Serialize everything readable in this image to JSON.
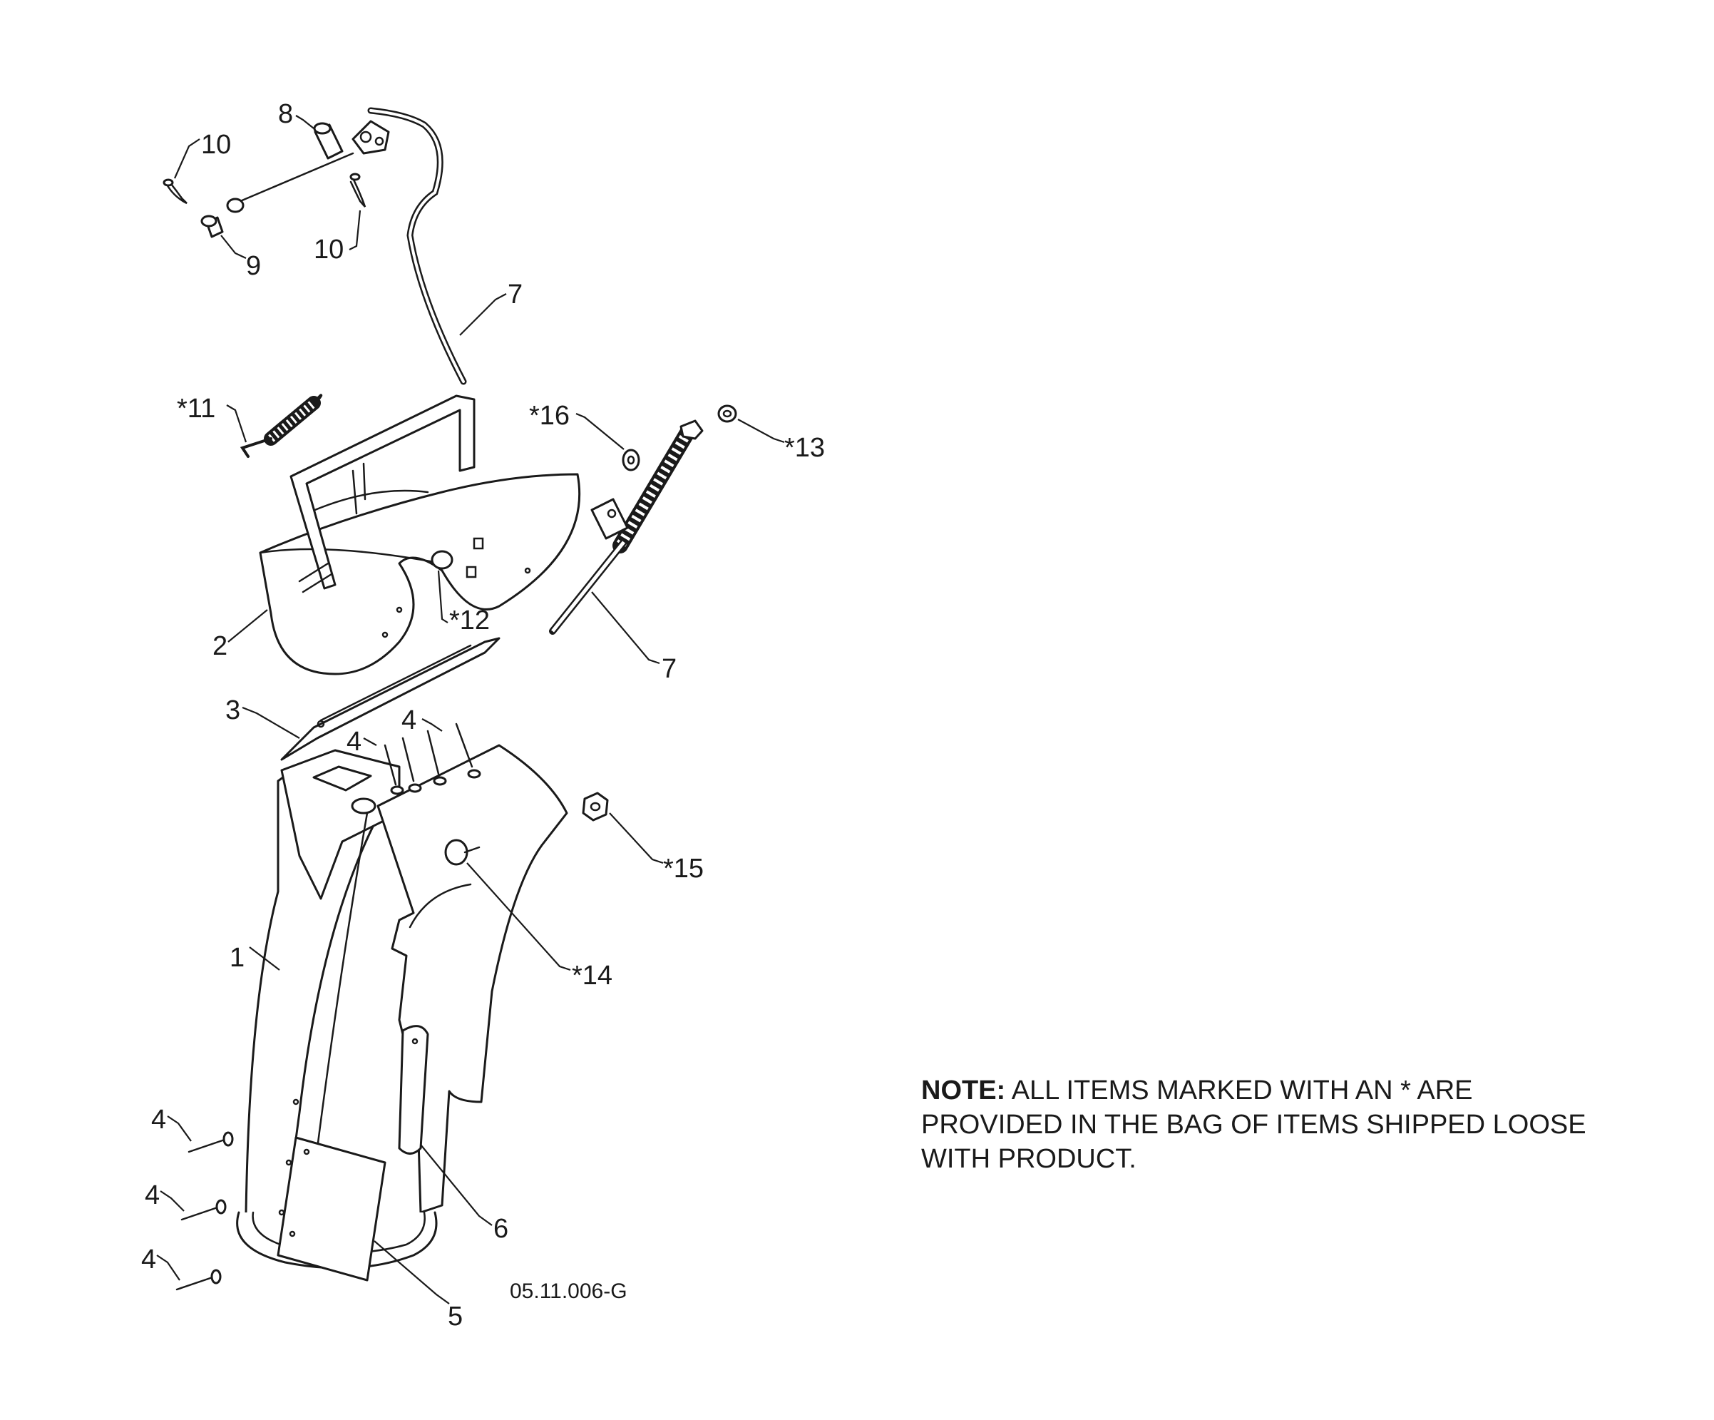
{
  "callouts": {
    "c1": "1",
    "c2": "2",
    "c3": "3",
    "c4a": "4",
    "c4b": "4",
    "c4c": "4",
    "c4d": "4",
    "c4e": "4",
    "c5": "5",
    "c6": "6",
    "c7a": "7",
    "c7b": "7",
    "c8": "8",
    "c9": "9",
    "c10a": "10",
    "c10b": "10",
    "c11": "*11",
    "c12": "*12",
    "c13": "*13",
    "c14": "*14",
    "c15": "*15",
    "c16": "*16"
  },
  "drawing_code": "05.11.006-G",
  "note": {
    "heading": "NOTE:",
    "lines": [
      "ALL ITEMS MARKED WITH AN * ARE",
      "PROVIDED IN THE BAG OF ITEMS SHIPPED LOOSE",
      "WITH PRODUCT."
    ]
  }
}
